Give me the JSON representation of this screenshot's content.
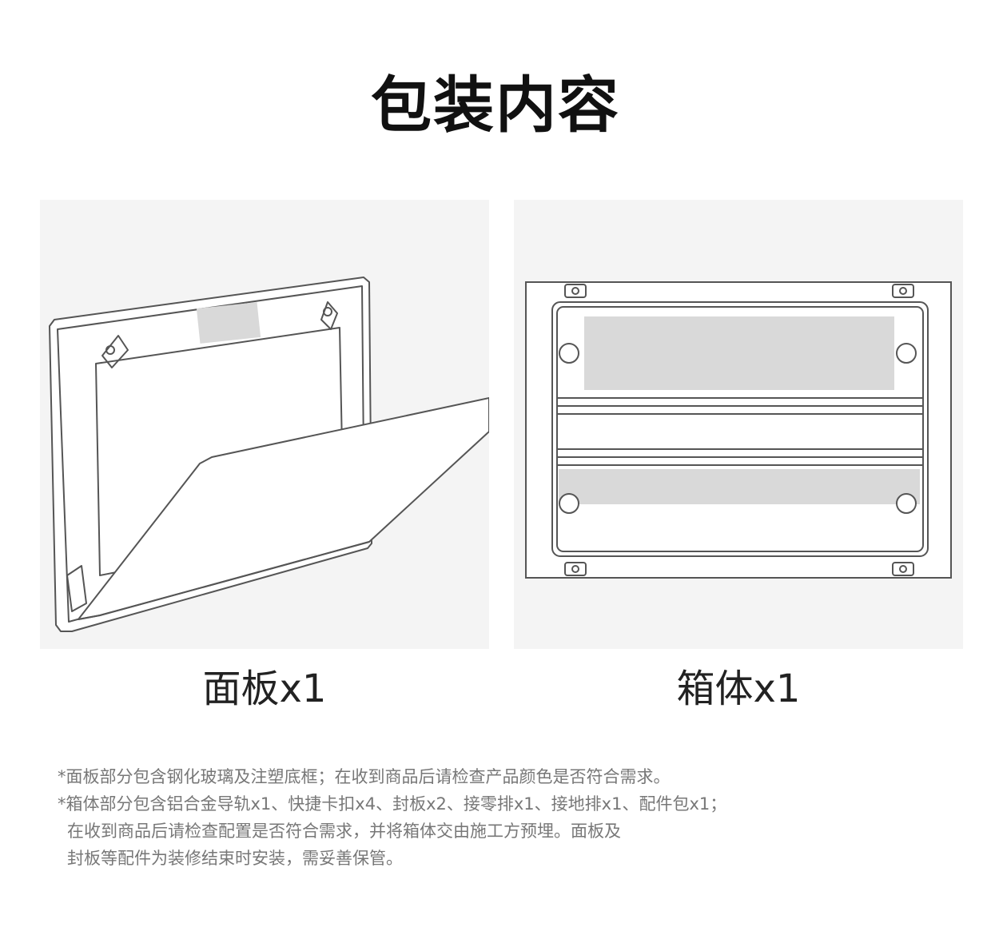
{
  "header": {
    "title": "包装内容"
  },
  "items": [
    {
      "caption": "面板x1",
      "icon": "panel-cover-illustration"
    },
    {
      "caption": "箱体x1",
      "icon": "distribution-box-illustration"
    }
  ],
  "notes": {
    "line1": "*面板部分包含钢化玻璃及注塑底框；在收到商品后请检查产品颜色是否符合需求。",
    "line2": "*箱体部分包含铝合金导轨x1、快捷卡扣x4、封板x2、接零排x1、接地排x1、配件包x1；",
    "line3": "在收到商品后请检查配置是否符合需求，并将箱体交由施工方预埋。面板及",
    "line4": "封板等配件为装修结束时安装，需妥善保管。"
  },
  "colors": {
    "background": "#ffffff",
    "panel_bg": "#f4f4f4",
    "title": "#111111",
    "caption": "#222222",
    "note": "#777777",
    "line_art": "#555555",
    "label_fill": "#d9d9d9"
  }
}
